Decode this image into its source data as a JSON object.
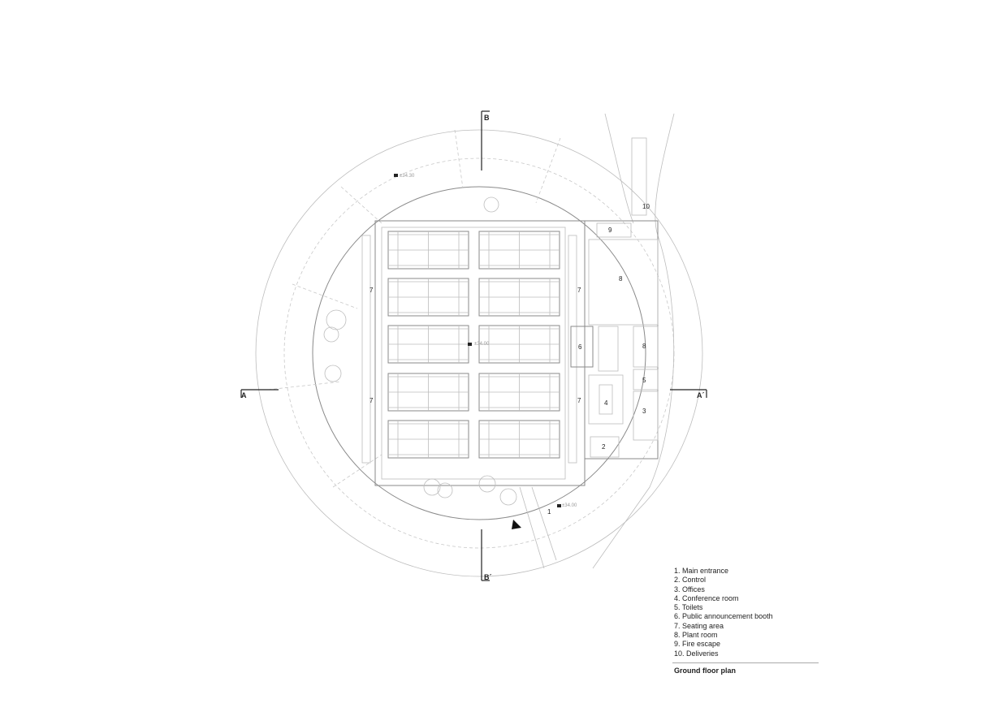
{
  "legend": {
    "items": [
      "1. Main entrance",
      "2. Control",
      "3. Offices",
      "4. Conference room",
      "5. Toilets",
      "6. Public announcement booth",
      "7. Seating area",
      "8. Plant room",
      "9. Fire escape",
      "10. Deliveries"
    ],
    "title": "Ground floor plan"
  },
  "sections": {
    "a_left": "A",
    "a_right": "A´",
    "b_top": "B",
    "b_bottom": "B´"
  },
  "rooms": {
    "r1": "1",
    "r2": "2",
    "r3": "3",
    "r4": "4",
    "r5": "5",
    "r6": "6",
    "r7": "7",
    "r8": "8",
    "r9": "9",
    "r10": "10"
  },
  "elevations": {
    "north": "±34.30",
    "center": "±34.00",
    "entrance": "±34.00"
  }
}
